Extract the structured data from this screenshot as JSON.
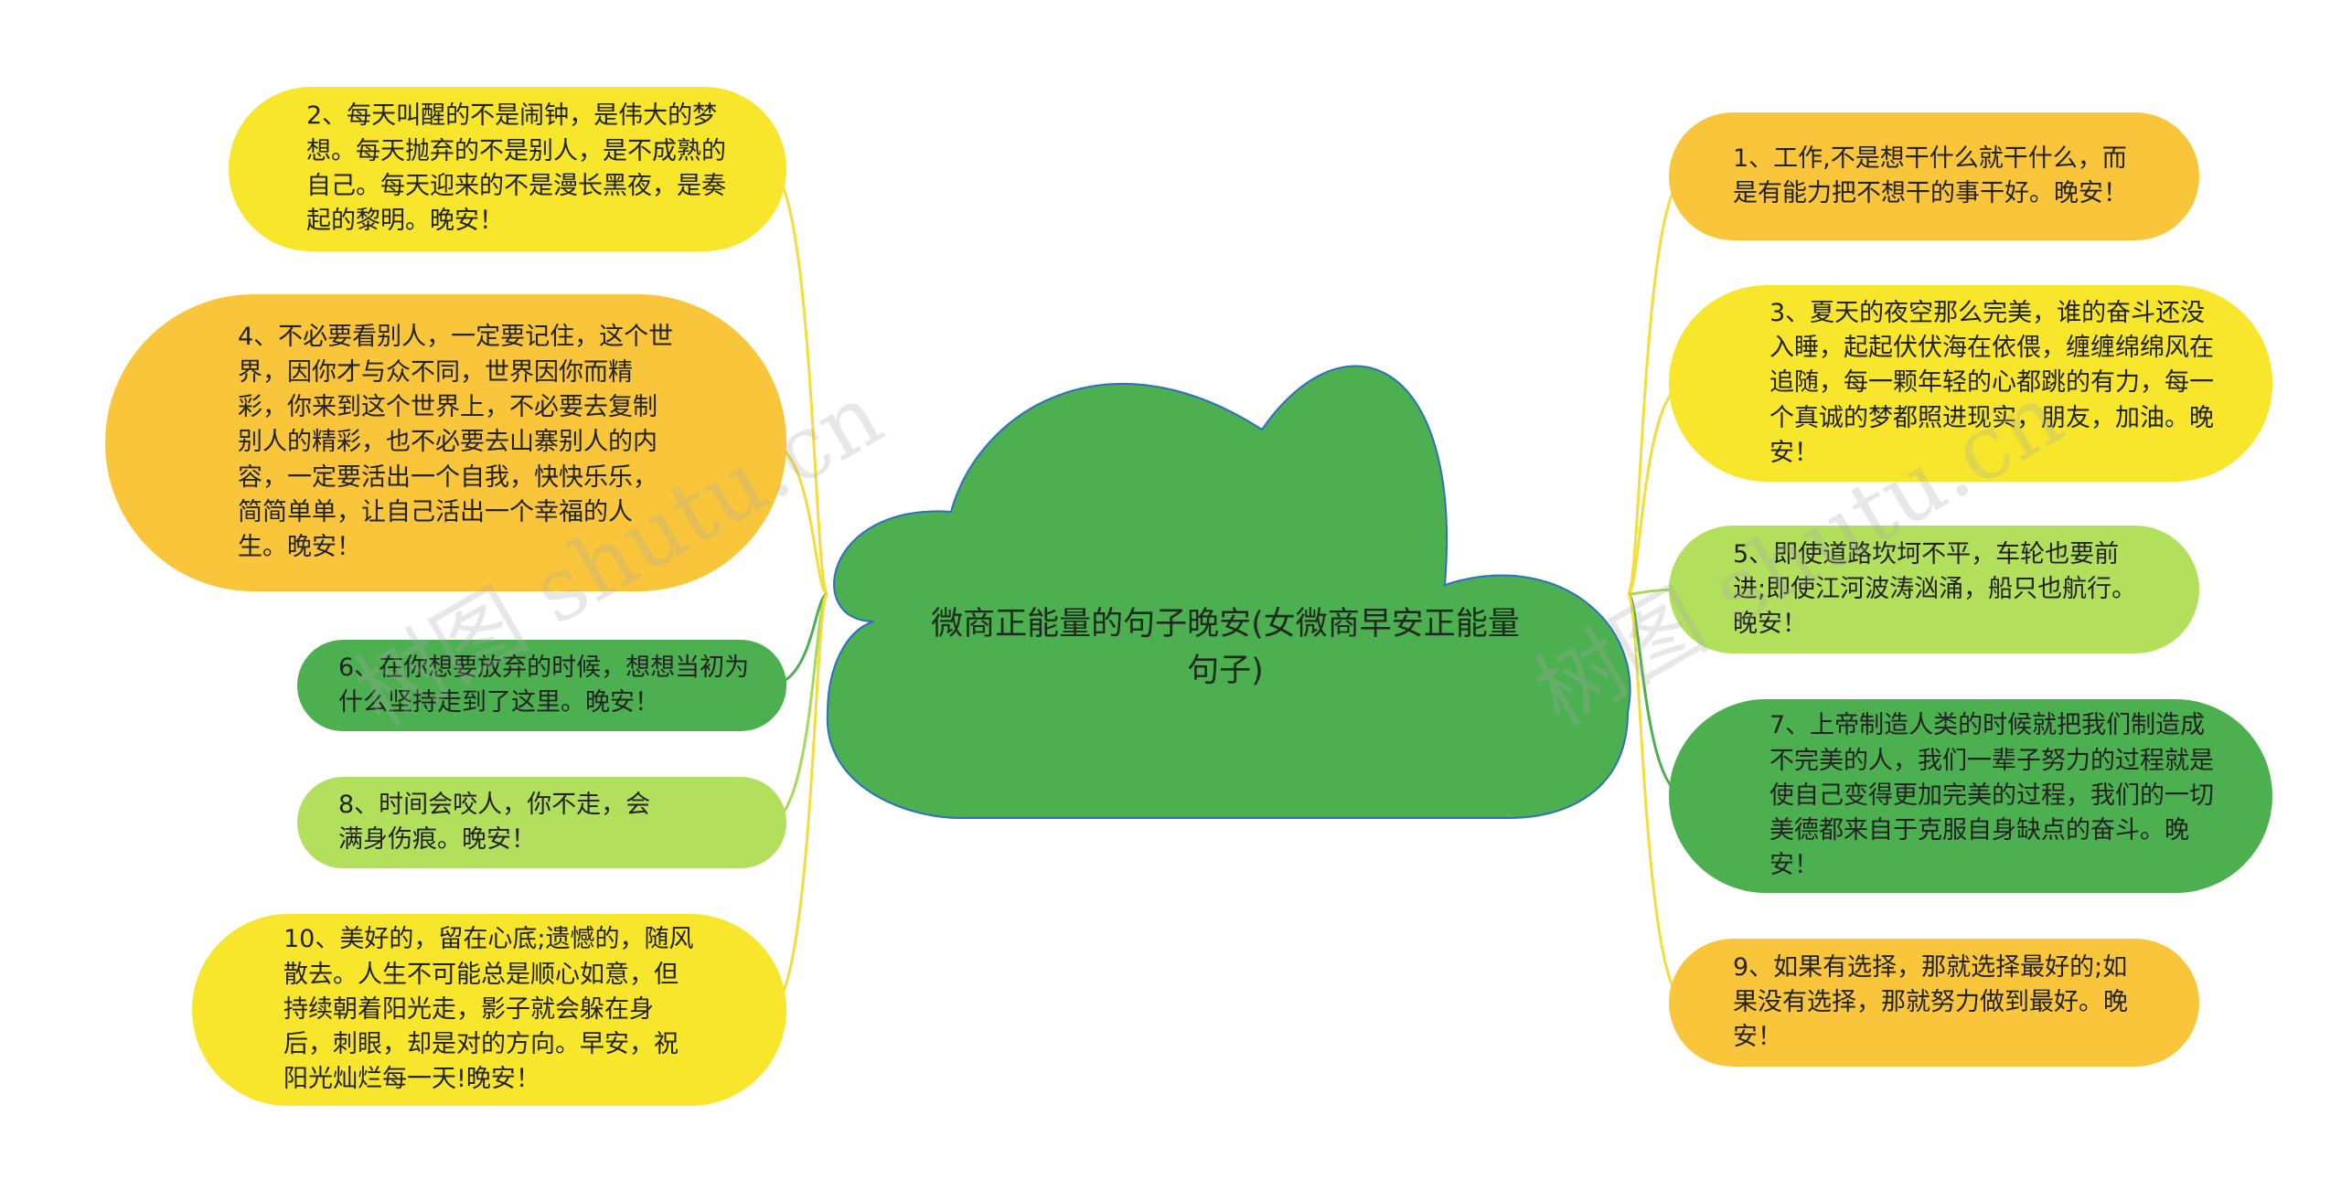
{
  "center": {
    "title": "微商正能量的句子晚安(女微商早安正能量句子)"
  },
  "colors": {
    "cloud_fill": "#4caf50",
    "cloud_stroke": "#2e6fc0",
    "yellow": "#f7e62c",
    "orange": "#f9c53a",
    "dark_green": "#4caf50",
    "light_green": "#b2e05d",
    "connector": "#f2dd3a"
  },
  "nodes": [
    {
      "id": "n2",
      "color": "yellow",
      "text": "2、每天叫醒的不是闹钟，是伟大的梦想。每天抛弃的不是别人，是不成熟的自己。每天迎来的不是漫长黑夜，是奏起的黎明。晚安！"
    },
    {
      "id": "n4",
      "color": "orange",
      "text": "4、不必要看别人，一定要记住，这个世界，因你才与众不同，世界因你而精彩，你来到这个世界上，不必要去复制别人的精彩，也不必要去山寨别人的内容，一定要活出一个自我，快快乐乐，简简单单，让自己活出一个幸福的人生。晚安！"
    },
    {
      "id": "n6",
      "color": "dkgreen",
      "text": "6、在你想要放弃的时候，想想当初为什么坚持走到了这里。晚安！"
    },
    {
      "id": "n8",
      "color": "ltgreen",
      "text": "8、时间会咬人，你不走，会满身伤痕。晚安！"
    },
    {
      "id": "n10",
      "color": "yellow",
      "text": "10、美好的，留在心底;遗憾的，随风散去。人生不可能总是顺心如意，但持续朝着阳光走，影子就会躲在身后，刺眼，却是对的方向。早安，祝阳光灿烂每一天!晚安！"
    },
    {
      "id": "n1",
      "color": "orange",
      "text": "1、工作,不是想干什么就干什么，而是有能力把不想干的事干好。晚安！"
    },
    {
      "id": "n3",
      "color": "yellow",
      "text": "3、夏天的夜空那么完美，谁的奋斗还没入睡，起起伏伏海在依偎，缠缠绵绵风在追随，每一颗年轻的心都跳的有力，每一个真诚的梦都照进现实，朋友，加油。晚安！"
    },
    {
      "id": "n5",
      "color": "ltgreen",
      "text": "5、即使道路坎坷不平，车轮也要前进;即使江河波涛汹涌，船只也航行。晚安！"
    },
    {
      "id": "n7",
      "color": "dkgreen",
      "text": "7、上帝制造人类的时候就把我们制造成不完美的人，我们一辈子努力的过程就是使自己变得更加完美的过程，我们的一切美德都来自于克服自身缺点的奋斗。晚安！"
    },
    {
      "id": "n9",
      "color": "orange",
      "text": "9、如果有选择，那就选择最好的;如果没有选择，那就努力做到最好。晚安！"
    }
  ],
  "watermarks": [
    "树图 shutu.cn",
    "树图 shutu.cn"
  ]
}
